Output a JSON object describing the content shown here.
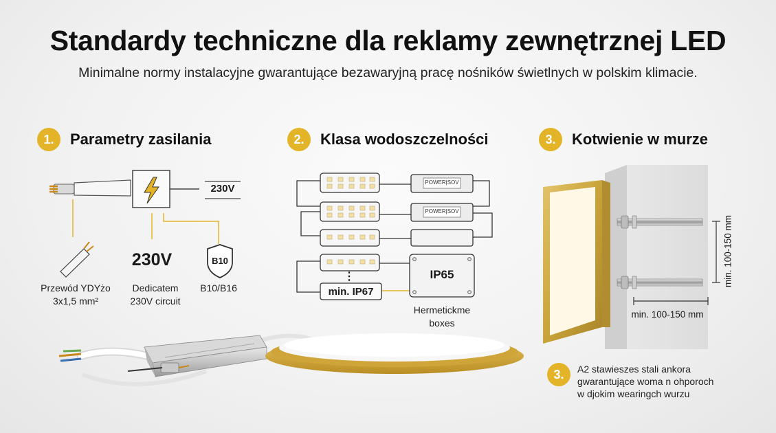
{
  "header": {
    "title": "Standardy techniczne dla reklamy zewnętrznej LED",
    "subtitle": "Minimalne normy instalacyjne gwarantujące bezawaryjną pracę nośników świetlnych w polskim klimacie."
  },
  "sections": [
    {
      "number": "1.",
      "title": "Parametry zasilania"
    },
    {
      "number": "2.",
      "title": "Klasa wodoszczelności"
    },
    {
      "number": "3.",
      "title": "Kotwienie w murze"
    }
  ],
  "power": {
    "line_voltage": "230V",
    "voltage_big": "230V",
    "breaker_badge": "B10",
    "cable_label_1": "Przewód YDYżo",
    "cable_label_2": "3x1,5 mm²",
    "circuit_label_1": "Dedicatem",
    "circuit_label_2": "230V circuit",
    "breaker_label": "B10/B16"
  },
  "waterproof": {
    "psu_label_1": "POWER|SOV",
    "psu_label_2": "POWER|SOV",
    "dots": "⋮",
    "min_rating": "min. IP67",
    "box_rating": "IP65",
    "box_label_1": "Hermetickme",
    "box_label_2": "boxes"
  },
  "anchoring": {
    "vertical_dim": "min. 100-150 mm",
    "horizontal_dim": "min. 100-150 mm",
    "note_number": "3.",
    "note_line_1": "A2 stawieszes stali ankora",
    "note_line_2": "gwarantujące woma n ohporoch",
    "note_line_3": "w djokim wearingch wurzu"
  },
  "colors": {
    "accent": "#e4b428",
    "line": "#333333",
    "gold": "#c9a43a"
  },
  "icons": [
    "lightning-icon",
    "shield-icon",
    "cable-icon"
  ]
}
